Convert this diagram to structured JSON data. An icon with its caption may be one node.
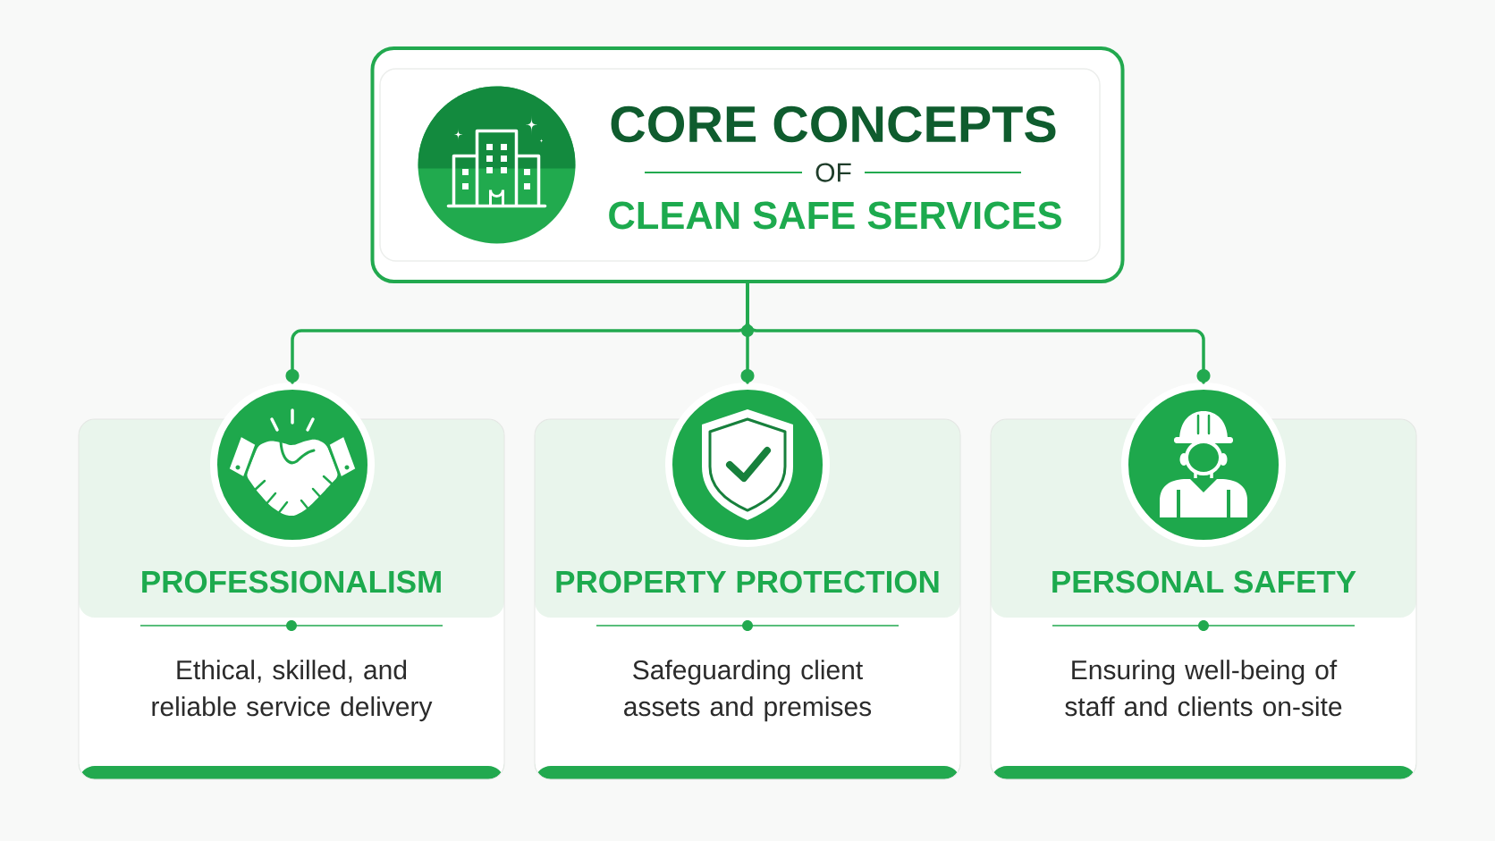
{
  "diagram": {
    "nodes": [
      {
        "text": [
          "CORE CONCEPTS",
          "OF",
          "CLEAN SAFE SERVICES"
        ]
      },
      {
        "text": [],
        "shape": "picture",
        "in": 0
      },
      {
        "text": [],
        "shape": "picture"
      },
      {
        "text": [
          "PROFESSIONALISM",
          "Ethical, skilled, and reliable service delivery"
        ]
      },
      {
        "text": [],
        "shape": "picture"
      },
      {
        "text": [
          "PROPERTY PROTECTION",
          "Safeguarding client assets and premises"
        ]
      },
      {
        "text": [],
        "shape": "picture"
      },
      {
        "text": [
          "PERSONAL SAFETY",
          "Ensuring well-being of staff and clients on-site"
        ]
      }
    ],
    "edges": [
      {
        "from": 0,
        "to": 2,
        "arrow": "other"
      },
      {
        "from": 0,
        "to": 4,
        "arrow": "other"
      },
      {
        "from": 0,
        "to": 6,
        "arrow": "other"
      }
    ]
  }
}
